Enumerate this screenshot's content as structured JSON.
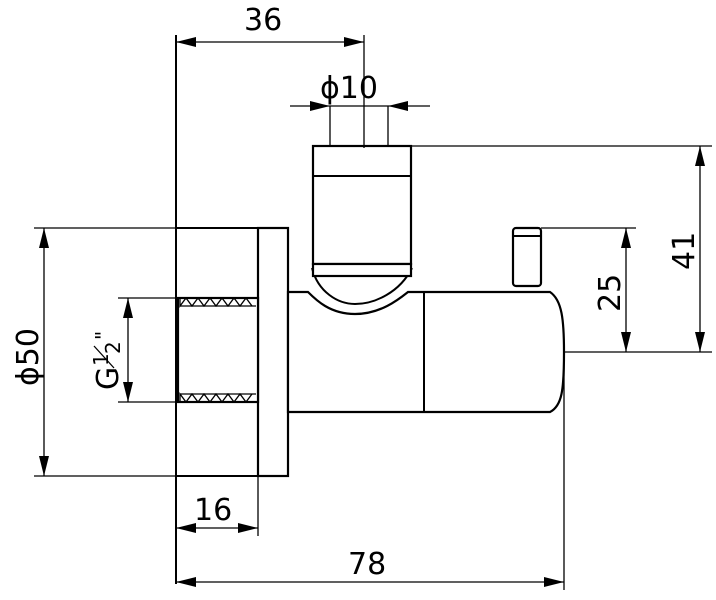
{
  "dimensions": {
    "width_36": "36",
    "diameter_10": "ϕ10",
    "height_41": "41",
    "height_25": "25",
    "diameter_50": "ϕ50",
    "thread": "G",
    "thread_fraction_num": "1",
    "thread_fraction_den": "2",
    "thread_inch": "\"",
    "depth_16": "16",
    "length_78": "78"
  }
}
